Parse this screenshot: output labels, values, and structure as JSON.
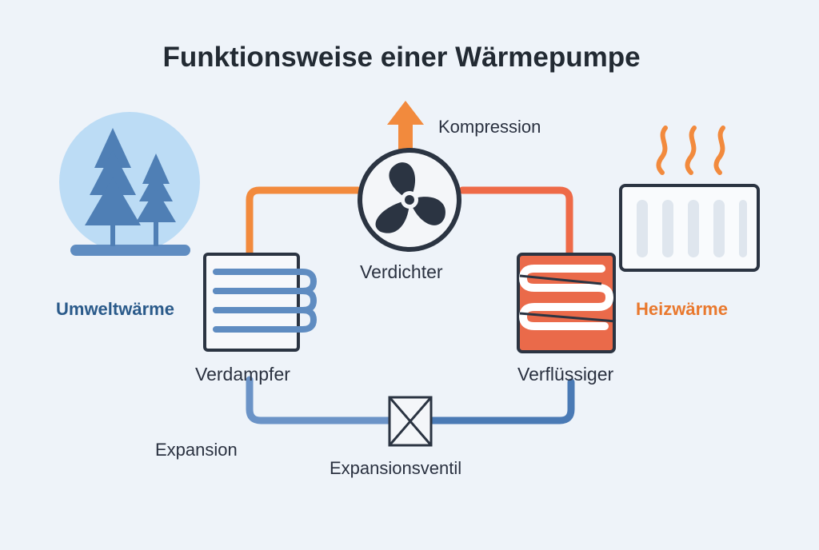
{
  "title": "Funktionsweise einer Wärmepumpe",
  "labels": {
    "compression": "Kompression",
    "compressor": "Verdichter",
    "evaporator": "Verdampfer",
    "condenser": "Verflüssiger",
    "ambient_heat": "Umweltwärme",
    "heating_heat": "Heizwärme",
    "expansion": "Expansion",
    "expansion_valve": "Expansionsventil"
  },
  "icons": {
    "trees": "pine-trees-icon",
    "fan": "fan-icon",
    "radiator": "radiator-icon",
    "heat_waves": "heat-waves-icon",
    "valve": "expansion-valve-icon",
    "arrow": "arrow-up-icon"
  },
  "colors": {
    "warm_line": "#f28a3d",
    "hot_line": "#ee6a48",
    "cold_line": "#4a7ab5",
    "cold_line_light": "#6b93c7",
    "condenser_fill": "#ea6a4a",
    "evaporator_coil": "#5f8cc1",
    "accent_orange": "#e9782d",
    "ambient_text": "#2a5a8a",
    "circle_bg": "#bcdcf5",
    "tree": "#4f7fb5"
  }
}
